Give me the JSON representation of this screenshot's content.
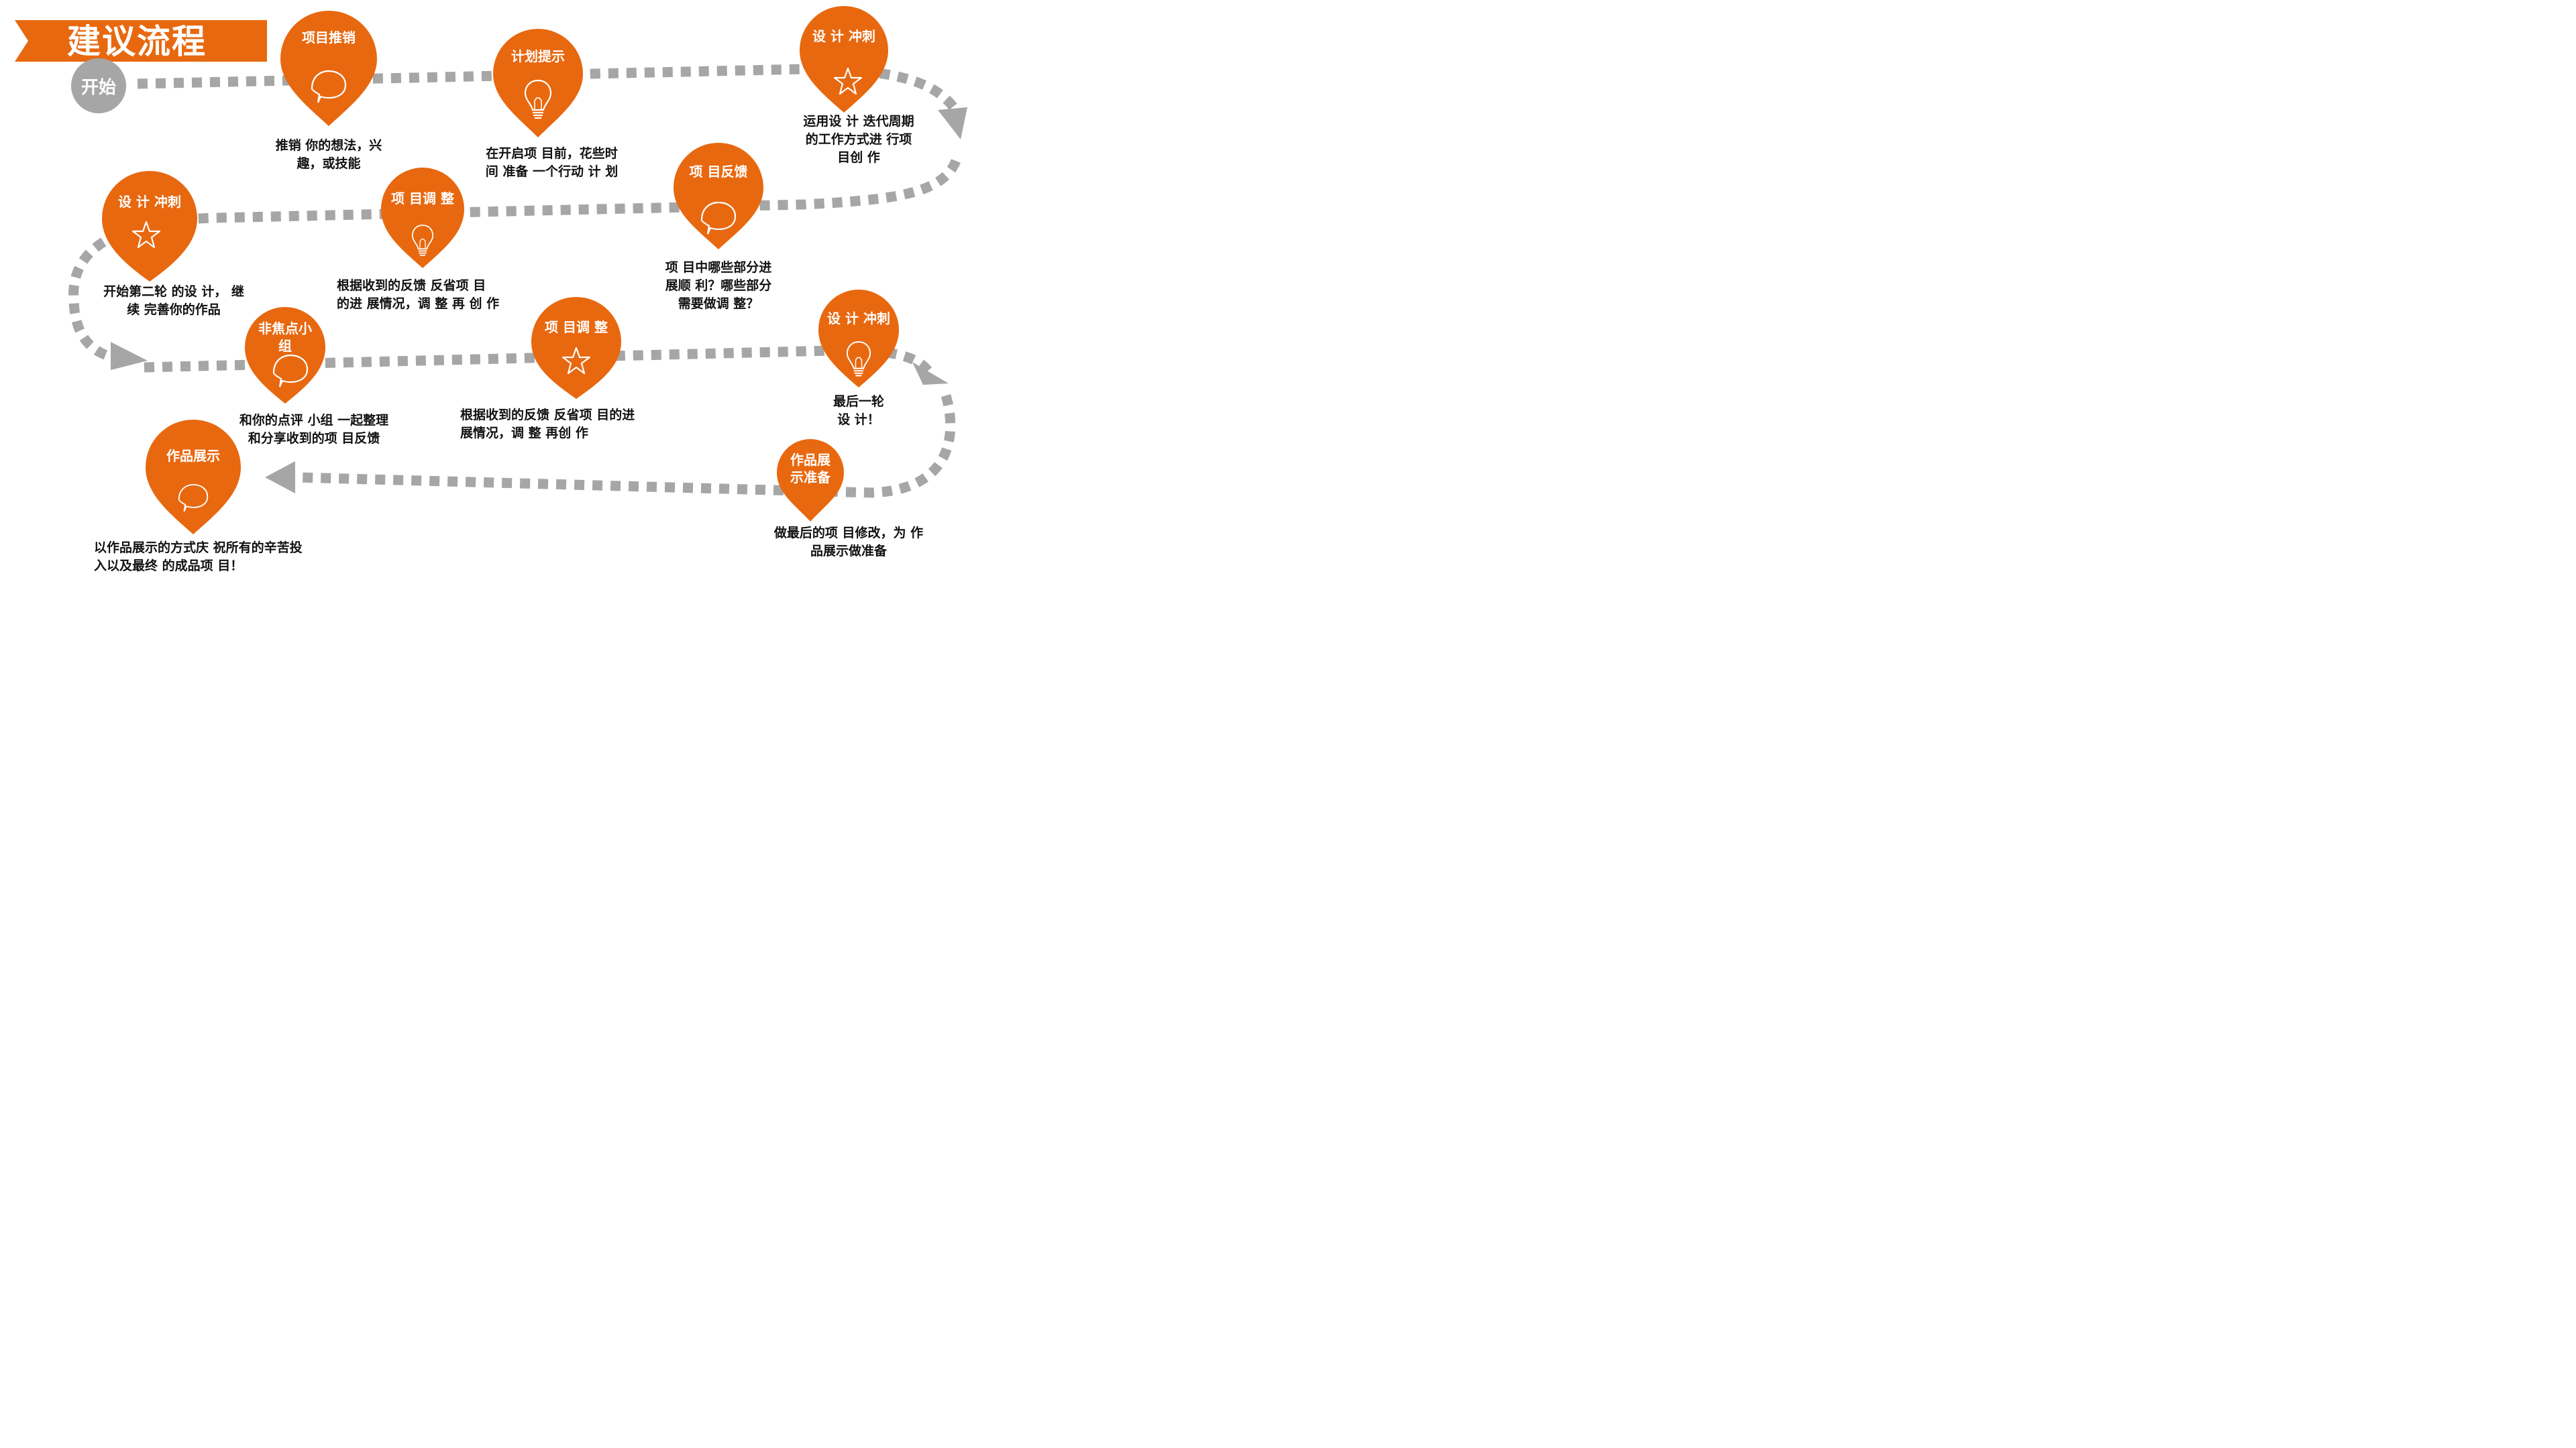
{
  "title": "建议流程",
  "start_label": "开始",
  "colors": {
    "accent": "#e8680f",
    "path": "#a6a6a6",
    "text": "#111111"
  },
  "steps": [
    {
      "title": "项目推销",
      "icon": "speech-bubble-icon",
      "desc": [
        "推销 你的想法，兴",
        "趣，或技能"
      ]
    },
    {
      "title": "计划提示",
      "icon": "lightbulb-icon",
      "desc": [
        "在开启项 目前，花些时",
        "间 准备 一个行动 计 划"
      ]
    },
    {
      "title": "设 计 冲刺",
      "icon": "star-icon",
      "desc": [
        "运用设 计 迭代周期",
        "的工作方式进 行项",
        "目创 作"
      ]
    },
    {
      "title": "项 目反馈",
      "icon": "speech-bubble-icon",
      "desc": [
        "项 目中哪些部分进",
        "展顺 利？哪些部分",
        "需要做调 整？"
      ]
    },
    {
      "title": "项 目调 整",
      "icon": "lightbulb-icon",
      "desc": [
        "根据收到的反馈 反省项 目",
        "的进 展情况，调 整 再 创 作"
      ]
    },
    {
      "title": "设 计 冲刺",
      "icon": "star-icon",
      "desc": [
        "开始第二轮 的设 计， 继",
        "续 完善你的作品"
      ]
    },
    {
      "title": [
        "非焦点小",
        "组"
      ],
      "icon": "speech-bubble-icon",
      "desc": [
        "和你的点评 小组 一起整理",
        "和分享收到的项 目反馈"
      ]
    },
    {
      "title": "项 目调 整",
      "icon": "star-icon",
      "desc": [
        "根据收到的反馈 反省项 目的进",
        "展情况，调 整 再创 作"
      ]
    },
    {
      "title": "设 计 冲刺",
      "icon": "lightbulb-icon",
      "desc": [
        "最后一轮",
        "设 计！"
      ]
    },
    {
      "title": [
        "作品展",
        "示准备"
      ],
      "icon": "none",
      "desc": [
        "做最后的项 目修改，为 作",
        "品展示做准备"
      ]
    },
    {
      "title": "作品展示",
      "icon": "speech-bubble-icon",
      "desc": [
        "以作品展示的方式庆 祝所有的辛苦投",
        "入以及最终 的成品项 目！"
      ]
    }
  ]
}
